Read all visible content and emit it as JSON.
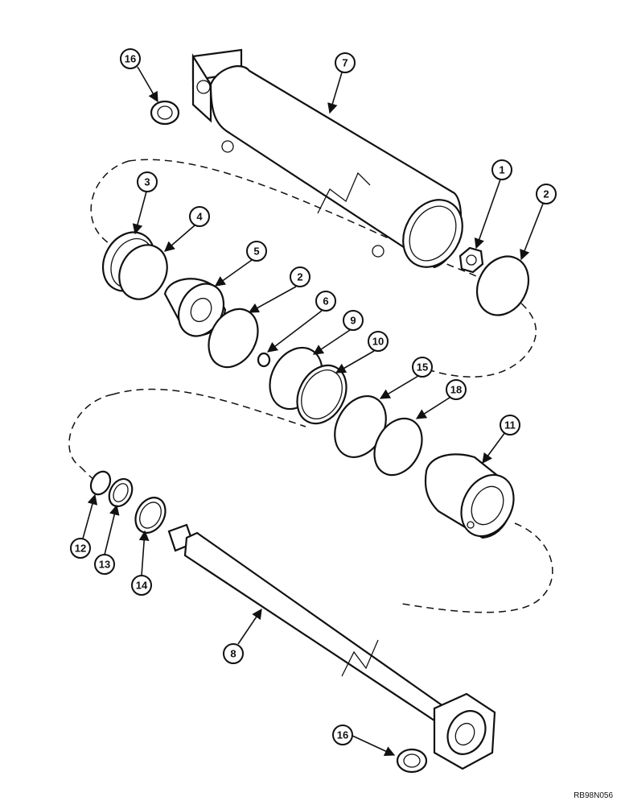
{
  "callouts": {
    "c16a": "16",
    "c7": "7",
    "c1": "1",
    "c2a": "2",
    "c3": "3",
    "c4": "4",
    "c5": "5",
    "c2b": "2",
    "c6": "6",
    "c9": "9",
    "c10": "10",
    "c15": "15",
    "c18": "18",
    "c11": "11",
    "c12": "12",
    "c13": "13",
    "c14": "14",
    "c8": "8",
    "c16b": "16"
  },
  "reference_code": "RB98N056"
}
